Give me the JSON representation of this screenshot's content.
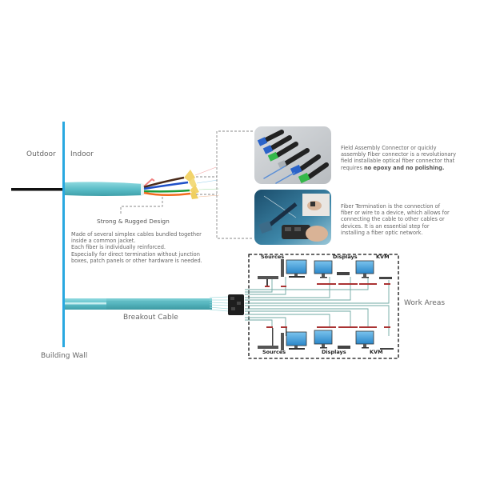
{
  "labels": {
    "outdoor": "Outdoor",
    "indoor": "Indoor",
    "building_wall": "Building Wall",
    "breakout_cable": "Breakout Cable",
    "work_areas": "Work Areas"
  },
  "cable_feature": {
    "title": "Strong & Rugged Design",
    "lines": [
      "Made of several simplex cables bundled together",
      "inside a common jacket.",
      "Each fiber is individually reinforced.",
      "Especially for direct termination without junction",
      "boxes, patch panels or other hardware is needed."
    ]
  },
  "callouts": [
    {
      "image": "field-assembly-connectors-photo",
      "text_lines": [
        "Field Assembly Connector or quickly",
        "assembly Fiber connector is a revolutionary",
        "field installable optical fiber connector that"
      ],
      "last_line_prefix": "requires ",
      "last_line_bold": "no epoxy and no polishing."
    },
    {
      "image": "fiber-termination-photo",
      "text_lines": [
        "Fiber Termination is the connection of",
        "fiber or wire to a device, which allows for",
        "connecting the cable to other cables or",
        "devices. It is an essential step for",
        "installing a fiber optic network."
      ]
    }
  ],
  "work_area": {
    "top_labels": [
      "Sources",
      "Displays",
      "KVM"
    ],
    "bottom_labels": [
      "Sources",
      "Displays",
      "KVM"
    ]
  },
  "colors": {
    "wall": "#29a8e0",
    "jacket": "#6cc7cf",
    "fiber_line": "#5fa9a5",
    "outdoor_cable": "#111111",
    "text": "#666666"
  }
}
